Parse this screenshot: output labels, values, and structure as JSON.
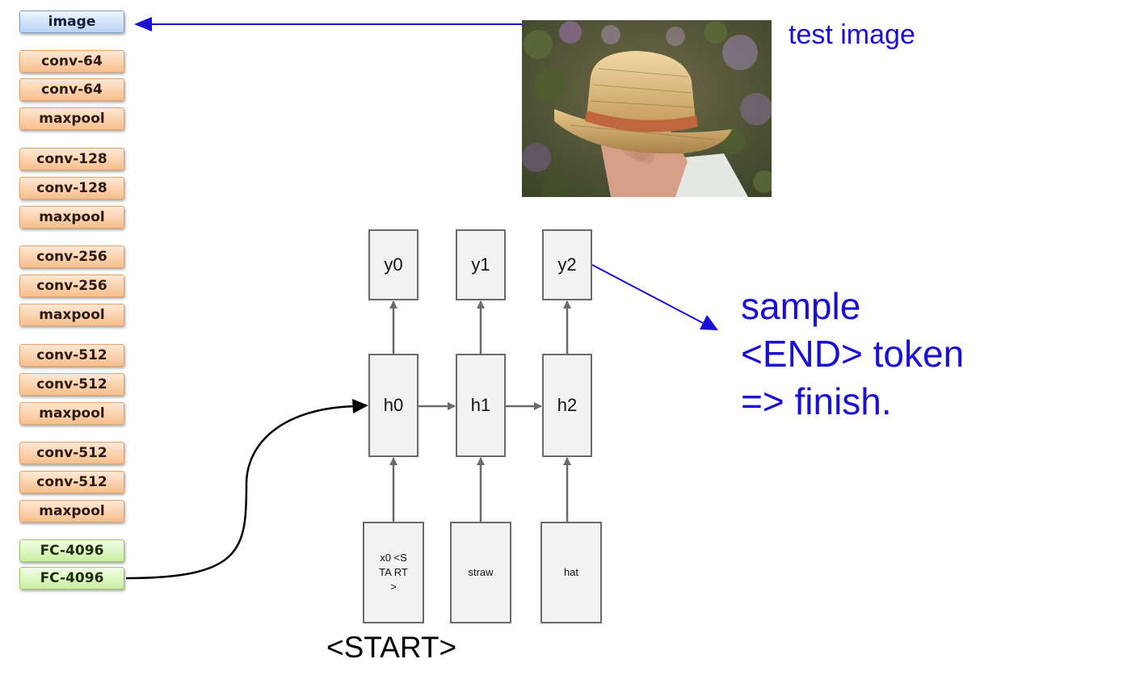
{
  "cnn_layers": [
    {
      "label": "image",
      "kind": "image"
    },
    {
      "label": "conv-64",
      "kind": "conv"
    },
    {
      "label": "conv-64",
      "kind": "conv"
    },
    {
      "label": "maxpool",
      "kind": "pool"
    },
    {
      "label": "conv-128",
      "kind": "conv"
    },
    {
      "label": "conv-128",
      "kind": "conv"
    },
    {
      "label": "maxpool",
      "kind": "pool"
    },
    {
      "label": "conv-256",
      "kind": "conv"
    },
    {
      "label": "conv-256",
      "kind": "conv"
    },
    {
      "label": "maxpool",
      "kind": "pool"
    },
    {
      "label": "conv-512",
      "kind": "conv"
    },
    {
      "label": "conv-512",
      "kind": "conv"
    },
    {
      "label": "maxpool",
      "kind": "pool"
    },
    {
      "label": "conv-512",
      "kind": "conv"
    },
    {
      "label": "conv-512",
      "kind": "conv"
    },
    {
      "label": "maxpool",
      "kind": "pool"
    },
    {
      "label": "FC-4096",
      "kind": "fc"
    },
    {
      "label": "FC-4096",
      "kind": "fc"
    }
  ],
  "test_image_label": "test image",
  "rnn": {
    "outputs": [
      "y0",
      "y1",
      "y2"
    ],
    "hidden": [
      "h0",
      "h1",
      "h2"
    ],
    "inputs": [
      "x0 <STA RT>",
      "straw",
      "hat"
    ]
  },
  "sample_note": [
    "sample",
    "<END> token",
    "=> finish."
  ],
  "start_label": "<START>",
  "colors": {
    "blue_annotation": "#1a0fd6",
    "node_fill": "#f2f2f2",
    "node_border": "#6a6a6a",
    "conv_fill": "#f7bf8c",
    "fc_fill": "#c8eea0",
    "image_layer_fill": "#b8d3f3"
  }
}
